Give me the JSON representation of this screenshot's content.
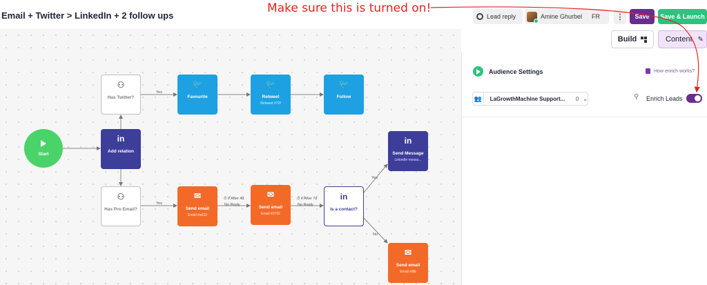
{
  "header": {
    "title": "Email + Twitter > LinkedIn + 2 follow ups",
    "lead_reply": "Lead reply",
    "user_name": "Amine Ghurbel",
    "language": "FR",
    "more": "⋮",
    "save": "Save",
    "save_launch": "Save & Launch"
  },
  "annotation": "Make sure this is turned on!",
  "mode_tabs": {
    "build": "Build",
    "content": "Content"
  },
  "panel": {
    "audience_title": "Audience Settings",
    "how_enrich": "How enrich works?",
    "audience_name": "LaGrowthMachine Support...",
    "audience_count": "0",
    "enrich_label": "Enrich Leads",
    "enrich_enabled": true
  },
  "workflow": {
    "start": "Start",
    "has_twitter": "Has Twitter?",
    "favourite": "Favourite",
    "retweet": "Retweet",
    "retweet_sub": "Retweet #72f",
    "follow": "Follow",
    "add_relation": "Add relation",
    "has_pro_email": "Has Pro Email?",
    "send_email": "Send email",
    "email_1_sub": "Email #a632",
    "email_2_sub": "Email #2702",
    "is_contact": "Is a contact?",
    "send_message": "Send Message",
    "message_sub": "Linkedin messa...",
    "send_email_3": "Send email",
    "email_3_sub": "Email #dfb",
    "yes": "Yes",
    "no": "No",
    "no_reply": "No Reply",
    "delay_4d": "If After 4d",
    "delay_7d": "If After 7d"
  },
  "colors": {
    "twitter": "#1da1e2",
    "linkedin": "#3d3d9a",
    "email": "#f36a28",
    "start": "#49d368",
    "save": "#6a2c8e",
    "launch": "#2ec27e",
    "annotation": "#e2241b"
  },
  "icons": {
    "twitter": "twitter-bird-icon",
    "linkedin": "linkedin-icon",
    "email": "envelope-icon",
    "condition": "user-check-icon",
    "play": "play-icon"
  }
}
